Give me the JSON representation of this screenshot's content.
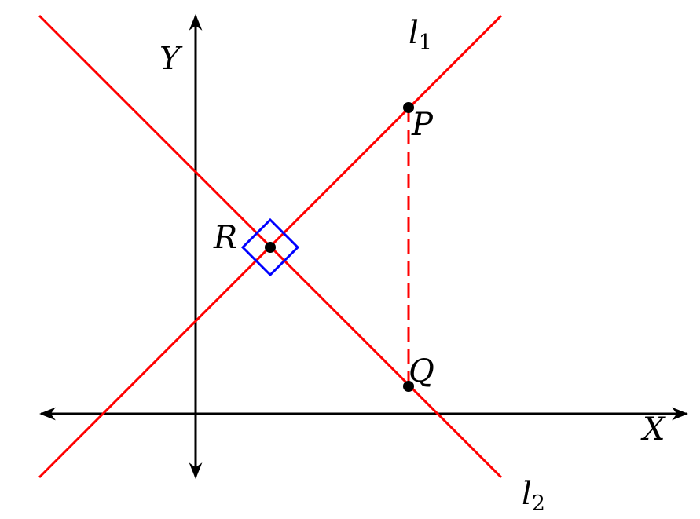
{
  "labels": {
    "x_axis": "X",
    "y_axis": "Y",
    "line1_main": "l",
    "line1_sub": "1",
    "line2_main": "l",
    "line2_sub": "2",
    "point_p": "P",
    "point_q": "Q",
    "point_r": "R"
  },
  "colors": {
    "lines": "#ff0000",
    "axes": "#000000",
    "right_angle_marker": "#0000ff",
    "points": "#000000"
  }
}
